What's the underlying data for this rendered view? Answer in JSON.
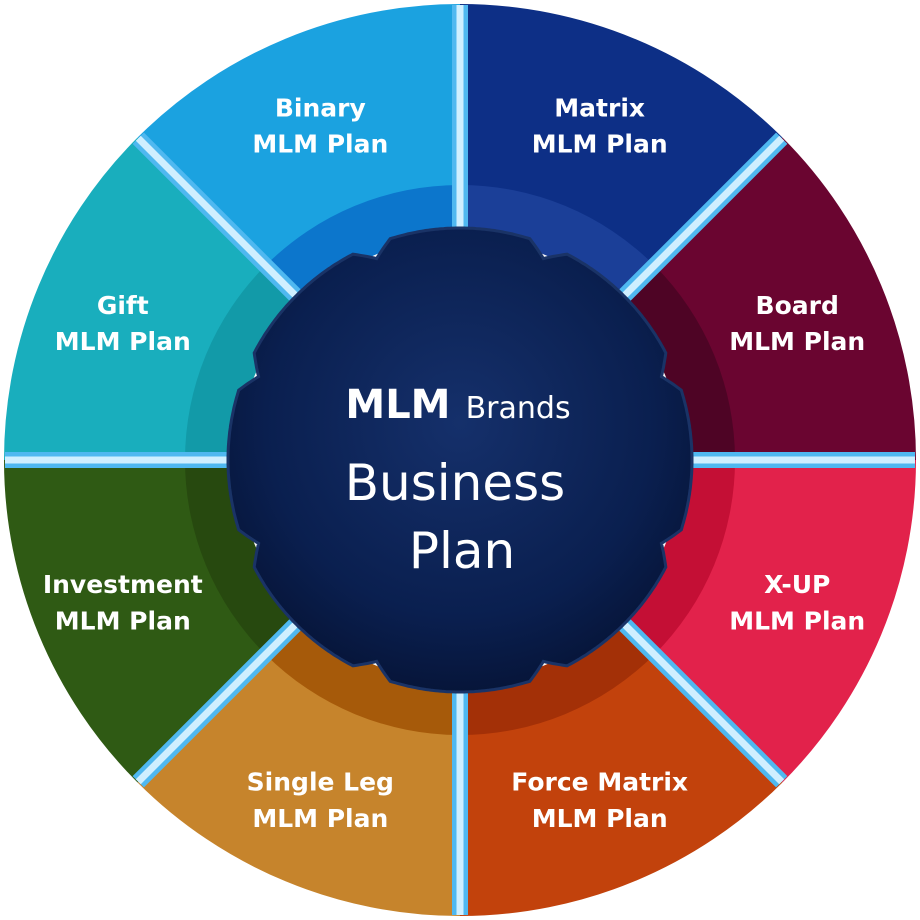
{
  "center": {
    "brand_bold": "MLM",
    "brand_light": "Brands",
    "title_line1": "Business",
    "title_line2": "Plan"
  },
  "segments": [
    {
      "id": "matrix",
      "line1": "Matrix",
      "line2": "MLM Plan",
      "color": "#0d2f86",
      "ring_color": "#1b3f98"
    },
    {
      "id": "board",
      "line1": "Board",
      "line2": "MLM Plan",
      "color": "#6a0530",
      "ring_color": "#4e0425"
    },
    {
      "id": "x-up",
      "line1": "X-UP",
      "line2": "MLM Plan",
      "color": "#e2224b",
      "ring_color": "#c40f35"
    },
    {
      "id": "force-matrix",
      "line1": "Force Matrix",
      "line2": "MLM Plan",
      "color": "#c2420c",
      "ring_color": "#a33007"
    },
    {
      "id": "single-leg",
      "line1": "Single Leg",
      "line2": "MLM Plan",
      "color": "#c6842c",
      "ring_color": "#a65a0a"
    },
    {
      "id": "investment",
      "line1": "Investment",
      "line2": "MLM Plan",
      "color": "#2f5a14",
      "ring_color": "#27490f"
    },
    {
      "id": "gift",
      "line1": "Gift",
      "line2": "MLM Plan",
      "color": "#19aebd",
      "ring_color": "#129aa8"
    },
    {
      "id": "binary",
      "line1": "Binary",
      "line2": "MLM Plan",
      "color": "#1ba2e0",
      "ring_color": "#0c76cc"
    }
  ],
  "colors": {
    "hub": "#0a1f4f",
    "hub_edge": "#1a3366",
    "divider": "#cfefff",
    "divider_glow": "#4fb8f0"
  }
}
